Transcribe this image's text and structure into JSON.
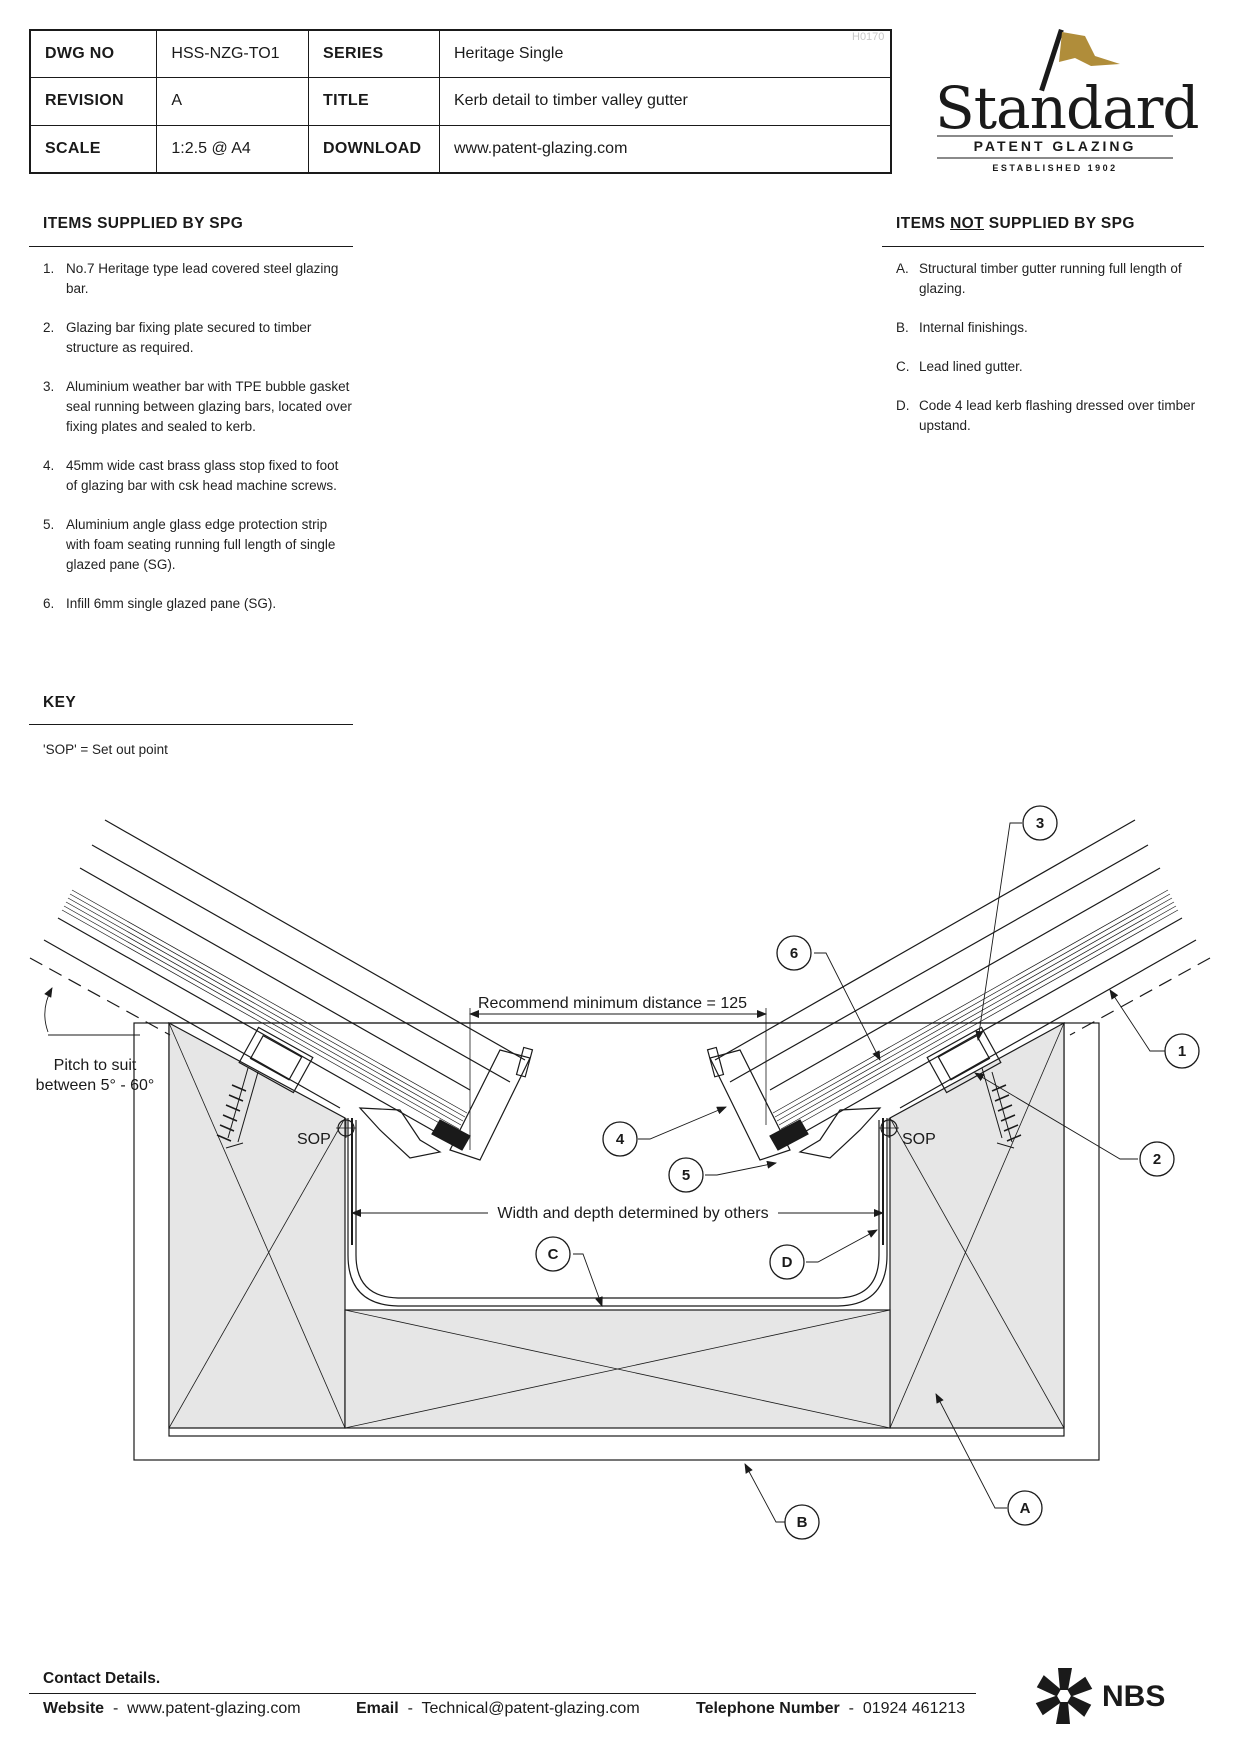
{
  "title_block": {
    "dwg_no_label": "DWG NO",
    "dwg_no": "HSS-NZG-TO1",
    "series_label": "SERIES",
    "series": "Heritage Single",
    "revision_label": "REVISION",
    "revision": "A",
    "title_label": "TITLE",
    "title": "Kerb detail to timber valley gutter",
    "scale_label": "SCALE",
    "scale": "1:2.5 @ A4",
    "download_label": "DOWNLOAD",
    "download": "www.patent-glazing.com",
    "ref_code": "H0170"
  },
  "logo": {
    "word": "Standard",
    "sub": "PATENT GLAZING",
    "established": "ESTABLISHED 1902",
    "accent_color": "#b08d3a"
  },
  "supplied": {
    "heading": "ITEMS SUPPLIED BY SPG",
    "items": [
      {
        "num": "1.",
        "text": "No.7 Heritage type lead covered steel glazing bar."
      },
      {
        "num": "2.",
        "text": "Glazing bar fixing plate secured to timber structure as required."
      },
      {
        "num": "3.",
        "text": "Aluminium weather bar with TPE bubble gasket seal running between glazing bars, located over fixing plates and sealed to kerb."
      },
      {
        "num": "4.",
        "text": "45mm wide cast brass glass stop fixed to foot of glazing bar with csk head machine screws."
      },
      {
        "num": "5.",
        "text": "Aluminium angle glass edge protection strip with foam seating running full length of single glazed pane (SG)."
      },
      {
        "num": "6.",
        "text": "Infill 6mm single glazed pane (SG)."
      }
    ]
  },
  "not_supplied": {
    "heading_pre": "ITEMS ",
    "heading_not": "NOT",
    "heading_post": " SUPPLIED BY SPG",
    "items": [
      {
        "num": "A.",
        "text": "Structural timber gutter running full length of glazing."
      },
      {
        "num": "B.",
        "text": "Internal finishings."
      },
      {
        "num": "C.",
        "text": "Lead lined gutter."
      },
      {
        "num": "D.",
        "text": "Code 4 lead kerb flashing dressed over timber upstand."
      }
    ]
  },
  "key": {
    "heading": "KEY",
    "text": "'SOP' = Set out point"
  },
  "drawing": {
    "dim_top": "Recommend minimum distance = 125",
    "dim_width": "Width and depth determined by others",
    "pitch_line1": "Pitch to suit",
    "pitch_line2": "between 5° - 60°",
    "sop_left": "SOP",
    "sop_right": "SOP",
    "callouts": [
      "1",
      "2",
      "3",
      "4",
      "5",
      "6",
      "A",
      "B",
      "C",
      "D"
    ]
  },
  "footer": {
    "heading": "Contact Details.",
    "website_label": "Website",
    "website": "www.patent-glazing.com",
    "email_label": "Email",
    "email": "Technical@patent-glazing.com",
    "phone_label": "Telephone Number",
    "phone": "01924 461213",
    "separator": "-",
    "nbs": "NBS"
  }
}
